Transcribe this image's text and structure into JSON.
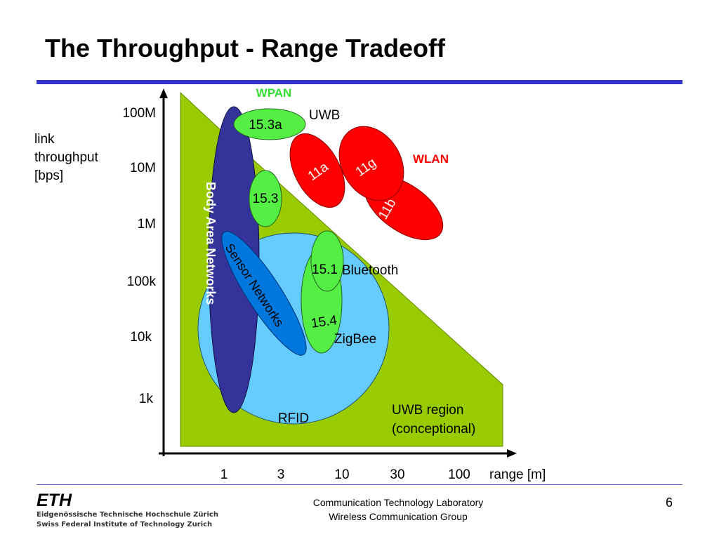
{
  "slide": {
    "title": "The Throughput - Range Tradeoff",
    "page_number": "6"
  },
  "axes": {
    "y_label_lines": [
      "link",
      "throughput",
      "[bps]"
    ],
    "y_ticks": [
      "100M",
      "10M",
      "1M",
      "100k",
      "10k",
      "1k"
    ],
    "x_ticks": [
      "1",
      "3",
      "10",
      "30",
      "100"
    ],
    "x_label": "range [m]"
  },
  "regions": {
    "wpan": {
      "label": "WPAN",
      "color": "#33dd33"
    },
    "wlan": {
      "label": "WLAN",
      "color": "#ff0000"
    },
    "uwb_region": {
      "label_lines": [
        "UWB region",
        "(conceptional)"
      ],
      "color": "#99cc00"
    },
    "body_area": {
      "label": "Body Area Networks",
      "color": "#333399"
    },
    "rfid": {
      "label": "RFID",
      "color": "#66ccff"
    },
    "sensor": {
      "label": "Sensor Networks",
      "color": "#0077dd"
    }
  },
  "standards": {
    "s153a": {
      "label": "15.3a",
      "tech": "UWB"
    },
    "s153": {
      "label": "15.3"
    },
    "s151": {
      "label": "15.1",
      "tech": "Bluetooth"
    },
    "s154": {
      "label": "15.4",
      "tech": "ZigBee"
    },
    "w11a": {
      "label": "11a"
    },
    "w11g": {
      "label": "11g"
    },
    "w11b": {
      "label": "11b"
    }
  },
  "colors": {
    "wpan_fill": "#55ee44",
    "wlan_fill": "#ff0000",
    "title_rule": "#3333cc"
  },
  "footer": {
    "lab": "Communication Technology Laboratory",
    "group": "Wireless Communication Group",
    "eth_logo_text": "ETH",
    "eth_line1": "Eidgenössische Technische Hochschule Zürich",
    "eth_line2": "Swiss Federal Institute of Technology Zurich"
  }
}
